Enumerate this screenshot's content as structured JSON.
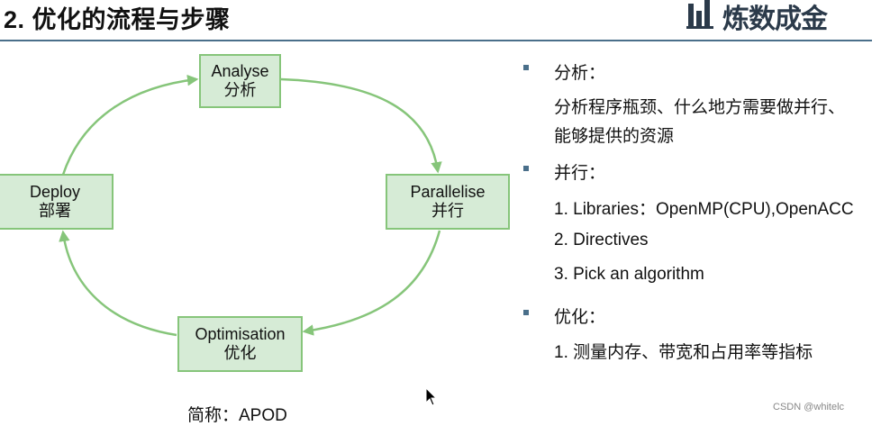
{
  "slide": {
    "title": "2. 优化的流程与步骤",
    "logo_text": "炼数成金"
  },
  "cycle": {
    "nodes": {
      "analyse": {
        "en": "Analyse",
        "zh": "分析"
      },
      "parallelise": {
        "en": "Parallelise",
        "zh": "并行"
      },
      "optimisation": {
        "en": "Optimisation",
        "zh": "优化"
      },
      "deploy": {
        "en": "Deploy",
        "zh": "部署"
      }
    },
    "abbreviation": "简称：APOD",
    "colors": {
      "fill": "#d6ebd6",
      "border": "#86c57a",
      "arrow": "#86c57a"
    }
  },
  "notes": {
    "sections": [
      {
        "heading": "分析：",
        "lines": [
          "分析程序瓶颈、什么地方需要做并行、",
          "能够提供的资源"
        ]
      },
      {
        "heading": "并行：",
        "lines": [
          "1. Libraries：OpenMP(CPU),OpenACC",
          "2. Directives",
          "3. Pick an algorithm"
        ]
      },
      {
        "heading": "优化：",
        "lines": [
          "1. 测量内存、带宽和占用率等指标"
        ]
      }
    ],
    "bullet_color": "#4a6f8a"
  },
  "watermark": "CSDN @whitelc"
}
